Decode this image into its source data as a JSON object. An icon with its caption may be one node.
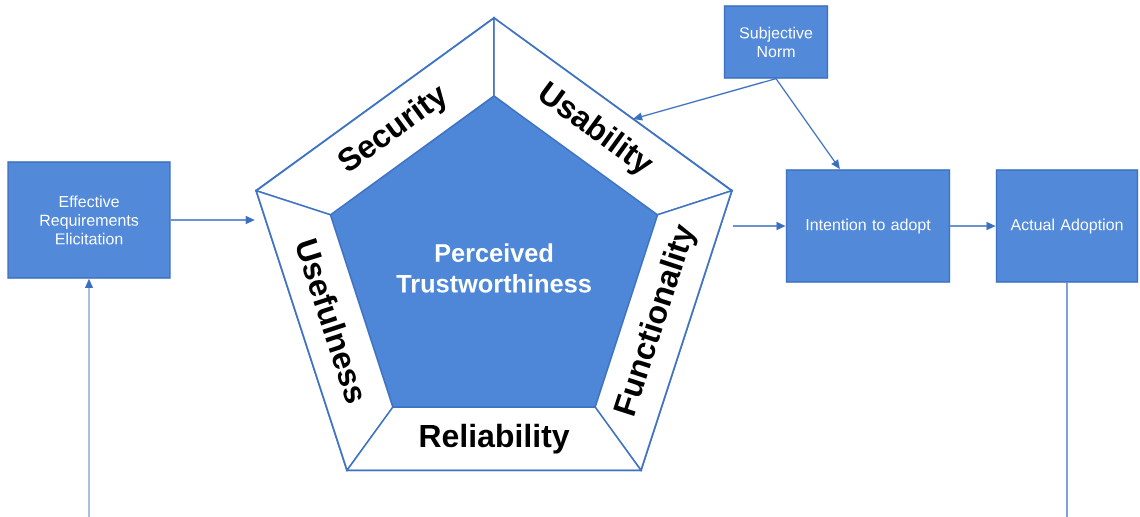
{
  "diagram": {
    "nodes": [
      {
        "text": [
          "Subjective Norm"
        ]
      },
      {
        "text": [
          "Effective Requirements Elicitation"
        ]
      },
      {
        "text": [],
        "shape": "pentagon"
      },
      {
        "text": [
          "Security"
        ],
        "in": 2
      },
      {
        "text": [
          "Usability"
        ],
        "in": 2
      },
      {
        "text": [
          "Usefulness"
        ],
        "in": 2
      },
      {
        "text": [
          "Perceived Trustworthiness"
        ],
        "in": 2
      },
      {
        "text": [
          "Functionality"
        ],
        "in": 2
      },
      {
        "text": [
          "Reliability"
        ],
        "in": 2
      },
      {
        "text": [
          "Intention to adopt"
        ]
      },
      {
        "text": [
          "Actual Adoption"
        ]
      }
    ],
    "edges": [
      {
        "from": 1,
        "to": 2,
        "arrow": "to"
      },
      {
        "from": 0,
        "to": 4,
        "arrow": "to"
      },
      {
        "from": 0,
        "to": 9,
        "arrow": "to"
      },
      {
        "from": 2,
        "to": 9,
        "arrow": "to"
      },
      {
        "from": 9,
        "to": 10,
        "arrow": "to"
      },
      {
        "from": 10,
        "to": null,
        "arrow": "none"
      },
      {
        "from": null,
        "to": 1,
        "arrow": "to"
      }
    ]
  }
}
